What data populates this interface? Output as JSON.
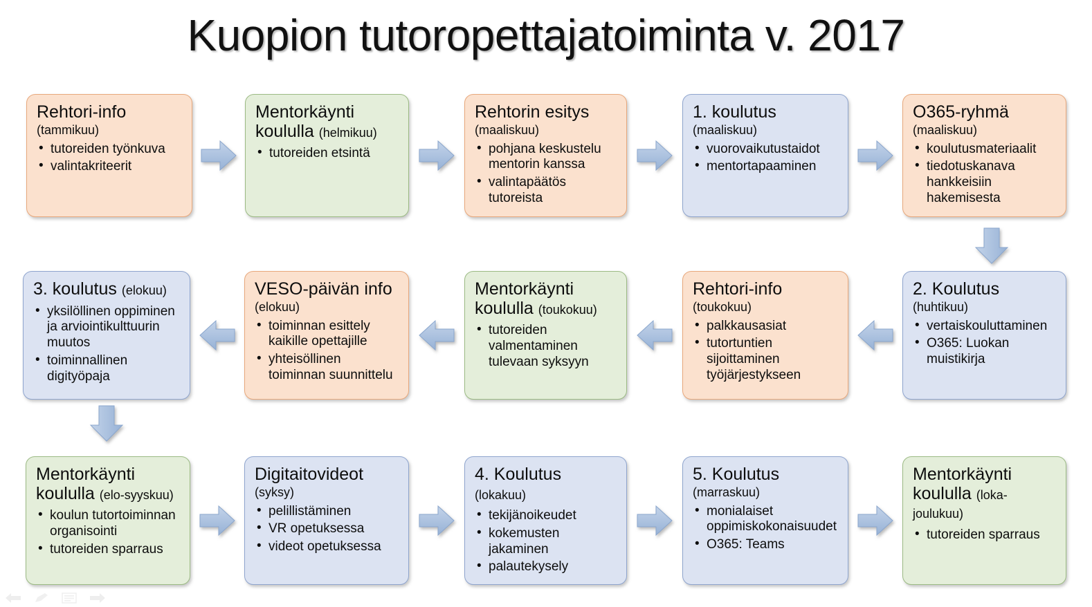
{
  "slide": {
    "title": "Kuopion tutoropettajatoiminta v. 2017"
  },
  "colors": {
    "peach_fill": "#fbe1ce",
    "peach_border": "#e8a87c",
    "green_fill": "#e4eeda",
    "green_border": "#9cbb84",
    "blue_fill": "#dce3f2",
    "blue_border": "#8fa5ce",
    "arrow_fill": "#a9c0de",
    "text": "#0d0d0d"
  },
  "rows": [
    {
      "id": "row-1",
      "direction": "left-to-right",
      "nodes": [
        {
          "id": "rehtori-info-tammikuu",
          "color": "peach",
          "title": "Rehtori-info",
          "month": "(tammikuu)",
          "month_inline": false,
          "bullets": [
            "tutoreiden työnkuva",
            "valintakriteerit"
          ]
        },
        {
          "id": "mentorkaynti-koululla-helmikuu",
          "color": "green",
          "title": "Mentorkäynti koululla",
          "month": "(helmikuu)",
          "month_inline": true,
          "bullets": [
            "tutoreiden etsintä"
          ]
        },
        {
          "id": "rehtorin-esitys-maaliskuu",
          "color": "peach",
          "title": "Rehtorin esitys",
          "month": "(maaliskuu)",
          "month_inline": false,
          "bullets": [
            "pohjana keskustelu mentorin kanssa",
            "valintapäätös tutoreista"
          ]
        },
        {
          "id": "koulutus-1-maaliskuu",
          "color": "blue",
          "title": "1. koulutus",
          "month": "(maaliskuu)",
          "month_inline": false,
          "bullets": [
            "vuorovaikutustaidot",
            "mentortapaaminen"
          ]
        },
        {
          "id": "o365-ryhma-maaliskuu",
          "color": "peach",
          "title": "O365-ryhmä",
          "month": "(maaliskuu)",
          "month_inline": false,
          "bullets": [
            "koulutusmateriaalit",
            "tiedotuskanava hankkeisiin hakemisesta"
          ]
        }
      ]
    },
    {
      "id": "row-2",
      "direction": "right-to-left",
      "nodes": [
        {
          "id": "koulutus-3-elokuu",
          "color": "blue",
          "title": "3. koulutus",
          "month": "(elokuu)",
          "month_inline": true,
          "bullets": [
            "yksilöllinen oppiminen ja arviointikulttuurin muutos",
            "toiminnallinen digityöpaja"
          ]
        },
        {
          "id": "veso-paivan-info-elokuu",
          "color": "peach",
          "title": "VESO-päivän info",
          "month": "(elokuu)",
          "month_inline": false,
          "bullets": [
            "toiminnan esittely kaikille opettajille",
            "yhteisöllinen toiminnan suunnittelu"
          ]
        },
        {
          "id": "mentorkaynti-koululla-toukokuu",
          "color": "green",
          "title": "Mentorkäynti koululla",
          "month": "(toukokuu)",
          "month_inline": true,
          "bullets": [
            "tutoreiden valmentaminen tulevaan syksyyn"
          ]
        },
        {
          "id": "rehtori-info-toukokuu",
          "color": "peach",
          "title": "Rehtori-info",
          "month": "(toukokuu)",
          "month_inline": false,
          "bullets": [
            "palkkausasiat",
            "tutortuntien sijoittaminen työjärjestykseen"
          ]
        },
        {
          "id": "koulutus-2-huhtikuu",
          "color": "blue",
          "title": "2. Koulutus",
          "month": "(huhtikuu)",
          "month_inline": false,
          "bullets": [
            "vertaiskouluttaminen",
            "O365: Luokan muistikirja"
          ]
        }
      ]
    },
    {
      "id": "row-3",
      "direction": "left-to-right",
      "nodes": [
        {
          "id": "mentorkaynti-koululla-elo-syyskuu",
          "color": "green",
          "title": "Mentorkäynti koululla",
          "month": "(elo-syyskuu)",
          "month_inline": true,
          "bullets": [
            "koulun tutortoiminnan organisointi",
            "tutoreiden sparraus"
          ]
        },
        {
          "id": "digitaitovideot-syksy",
          "color": "blue",
          "title": "Digitaitovideot",
          "month": "(syksy)",
          "month_inline": false,
          "bullets": [
            "pelillistäminen",
            "VR opetuksessa",
            "videot opetuksessa"
          ]
        },
        {
          "id": "koulutus-4-lokakuu",
          "color": "blue",
          "title": "4. Koulutus",
          "month": "(lokakuu)",
          "month_inline": true,
          "bullets": [
            "tekijänoikeudet",
            "kokemusten jakaminen",
            "palautekysely"
          ]
        },
        {
          "id": "koulutus-5-marraskuu",
          "color": "blue",
          "title": "5. Koulutus",
          "month": "(marraskuu)",
          "month_inline": false,
          "bullets": [
            "monialaiset oppimiskokonaisuudet",
            "O365: Teams"
          ]
        },
        {
          "id": "mentorkaynti-koululla-loka-joulukuu",
          "color": "green",
          "title": "Mentorkäynti koululla",
          "month": "(loka-joulukuu)",
          "month_inline": true,
          "bullets": [
            "tutoreiden sparraus"
          ]
        }
      ]
    }
  ],
  "connectors": {
    "row1_to_row2": "arrow-down",
    "row2_to_row3": "arrow-down",
    "row1_arrows": "arrow-right",
    "row2_arrows": "arrow-left",
    "row3_arrows": "arrow-right"
  },
  "presenter_controls": [
    {
      "id": "prev",
      "icon": "arrow-left-icon"
    },
    {
      "id": "pen",
      "icon": "pen-icon"
    },
    {
      "id": "menu",
      "icon": "menu-icon"
    },
    {
      "id": "next",
      "icon": "arrow-right-icon"
    }
  ]
}
